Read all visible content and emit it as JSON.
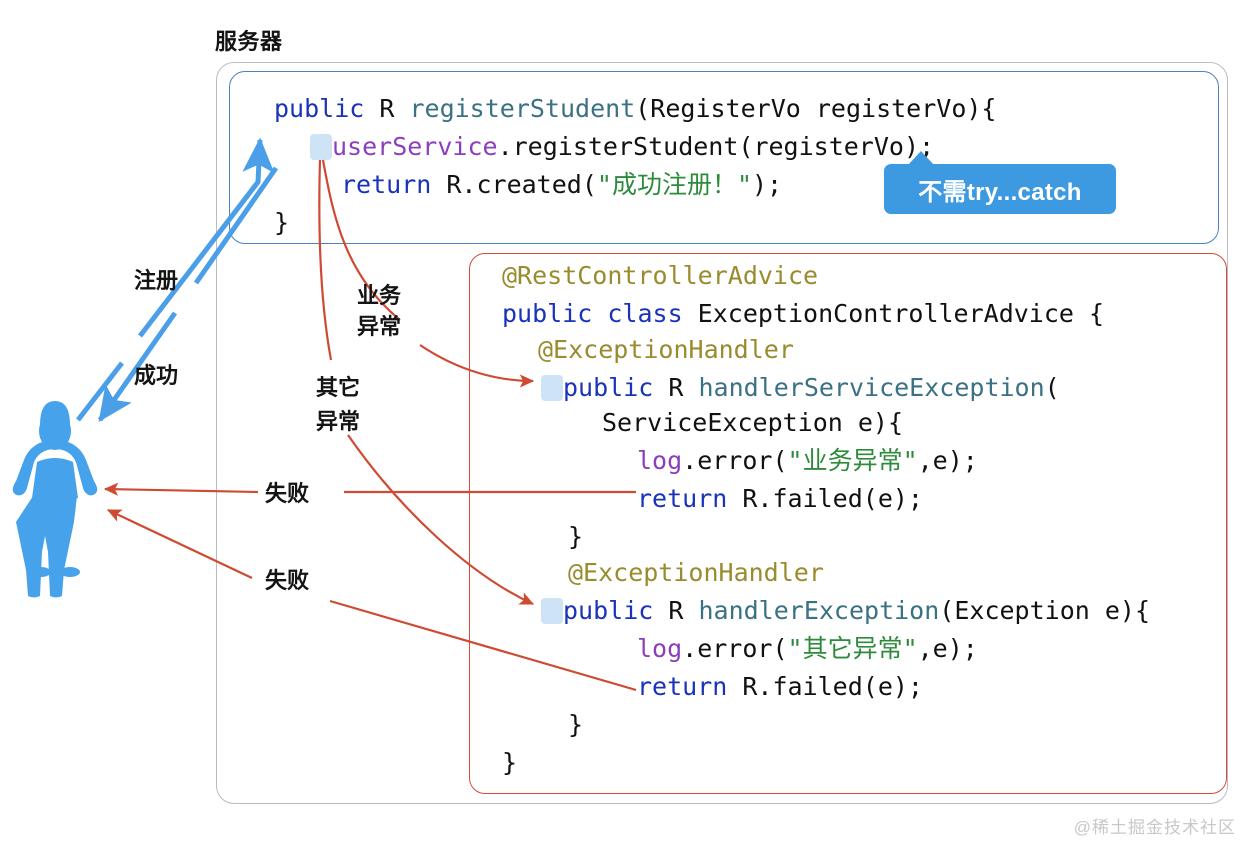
{
  "title": "服务器",
  "watermark": "@稀土掘金技术社区",
  "colors": {
    "blue_box_border": "#4a82c4",
    "red_box_border": "#d34b3c",
    "server_box_border": "#b9bcc0",
    "callout_bg": "#3d9ae0",
    "person": "#47a2ec",
    "blue_arrow": "#4a9fe8",
    "red_arrow": "#cf4a33",
    "keyword": "#1a33b8",
    "method": "#3a7183",
    "field": "#8c3fbd",
    "string": "#2e8b3c",
    "annotation": "#9a8b2e",
    "highlight_square": "#cfe3f7"
  },
  "callout": {
    "text": "不需try...catch"
  },
  "controller_code": {
    "line1": {
      "kw": "public",
      "type": " R ",
      "method": "registerStudent",
      "tail": "(RegisterVo registerVo){"
    },
    "line2": {
      "field": "userService",
      "tail": ".registerStudent(registerVo);"
    },
    "line3": {
      "kw": "return",
      "mid": " R.created(",
      "str": "\"成功注册！\"",
      "tail": ");"
    },
    "line4": "}"
  },
  "advice_code": {
    "line1_annotation": "@RestControllerAdvice",
    "line2": {
      "kw": "public class",
      "tail": " ExceptionControllerAdvice {"
    },
    "line3_annotation": "@ExceptionHandler",
    "line4": {
      "kw": "public",
      "type": " R ",
      "method": "handlerServiceException",
      "tail": "("
    },
    "line5": "ServiceException e){",
    "line6": {
      "field": "log",
      "mid": ".error(",
      "str": "\"业务异常\"",
      "tail": ",e);"
    },
    "line7": {
      "kw": "return",
      "tail": " R.failed(e);"
    },
    "line8": "}",
    "line9_annotation": "@ExceptionHandler",
    "line10": {
      "kw": "public",
      "type": " R ",
      "method": "handlerException",
      "tail": "(Exception e){"
    },
    "line11": {
      "field": "log",
      "mid": ".error(",
      "str": "\"其它异常\"",
      "tail": ",e);"
    },
    "line12": {
      "kw": "return",
      "tail": " R.failed(e);"
    },
    "line13": "}",
    "line14": "}"
  },
  "labels": {
    "register": "注册",
    "success": "成功",
    "business_exception_l1": "业务",
    "business_exception_l2": "异常",
    "other_exception_l1": "其它",
    "other_exception_l2": "异常",
    "failed_1": "失败",
    "failed_2": "失败"
  }
}
